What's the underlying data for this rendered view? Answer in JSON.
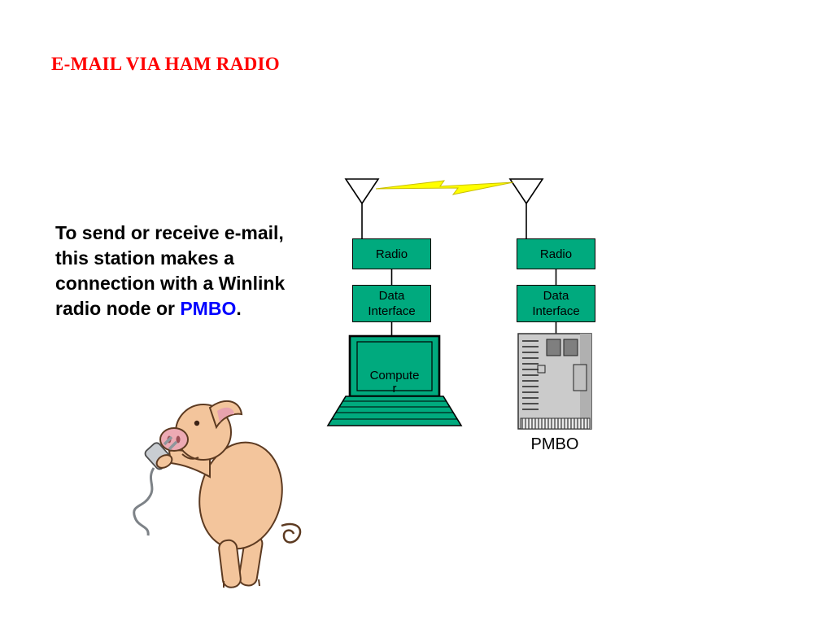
{
  "colors": {
    "title_red": "#FF0000",
    "link_blue": "#0000FF",
    "box_teal": "#00AA7E",
    "bolt_yellow": "#FFFF00"
  },
  "slide": {
    "title": "E-MAIL VIA HAM RADIO",
    "body_lines": [
      "To send or receive e-mail,",
      "this station makes a",
      "connection with a Winlink"
    ],
    "body_last": {
      "prefix": "radio node or ",
      "highlight": "PMBO",
      "suffix": "."
    }
  },
  "diagram": {
    "left_station": {
      "radio_label": "Radio",
      "interface_line1": "Data",
      "interface_line2": "Interface",
      "computer_line1": "Compute",
      "computer_line2": "r"
    },
    "right_station": {
      "radio_label": "Radio",
      "interface_line1": "Data",
      "interface_line2": "Interface",
      "pmbo_label": "PMBO"
    },
    "icons": {
      "left_antenna": "antenna-icon",
      "right_antenna": "antenna-icon",
      "rf_link": "lightning-bolt-icon",
      "computer": "laptop-icon",
      "pmbo_machine": "tower-computer-icon",
      "mascot": "pig-with-plug-illustration"
    }
  }
}
